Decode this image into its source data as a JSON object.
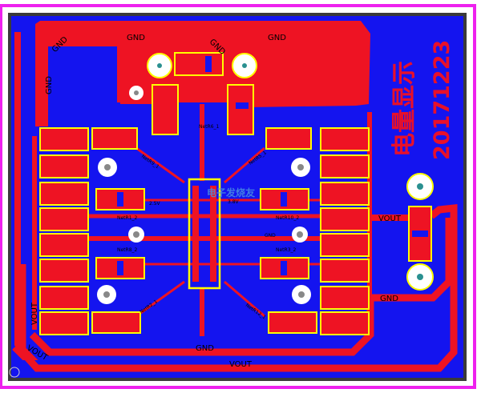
{
  "title": {
    "chinese": "电量显示",
    "date": "20171223"
  },
  "nets": {
    "gnd_top_left": "GND",
    "gnd_top_mid": "GND",
    "gnd_top_center": "GND",
    "gnd_top_right": "GND",
    "gnd_left": "GND",
    "gnd_bottom": "GND",
    "gnd_right": "GND",
    "vout_right": "VOUT",
    "vout_left": "VOUT",
    "vout_bottom_left": "VOUT",
    "vout_bottom": "VOUT",
    "gnd_mid": "GND",
    "v38": "3.8V",
    "v25": "2.5V"
  },
  "labels": {
    "netr1_2": "NetR1_2",
    "netr8_2": "NetR8_2",
    "netr10_2": "NetR10_2",
    "netr3_2": "NetR3_2",
    "netr9_1": "NetR9_1",
    "netr5_1": "NetR5_1",
    "netr2_1": "NetR2_1",
    "netr12_1": "NetR12_1",
    "netr6_1": "NetR6_1"
  },
  "watermark": "电子发烧友",
  "colors": {
    "board": "#1414ef",
    "copper": "#ee1323",
    "silkscreen": "#ffff00",
    "outline": "#ee21ee"
  }
}
